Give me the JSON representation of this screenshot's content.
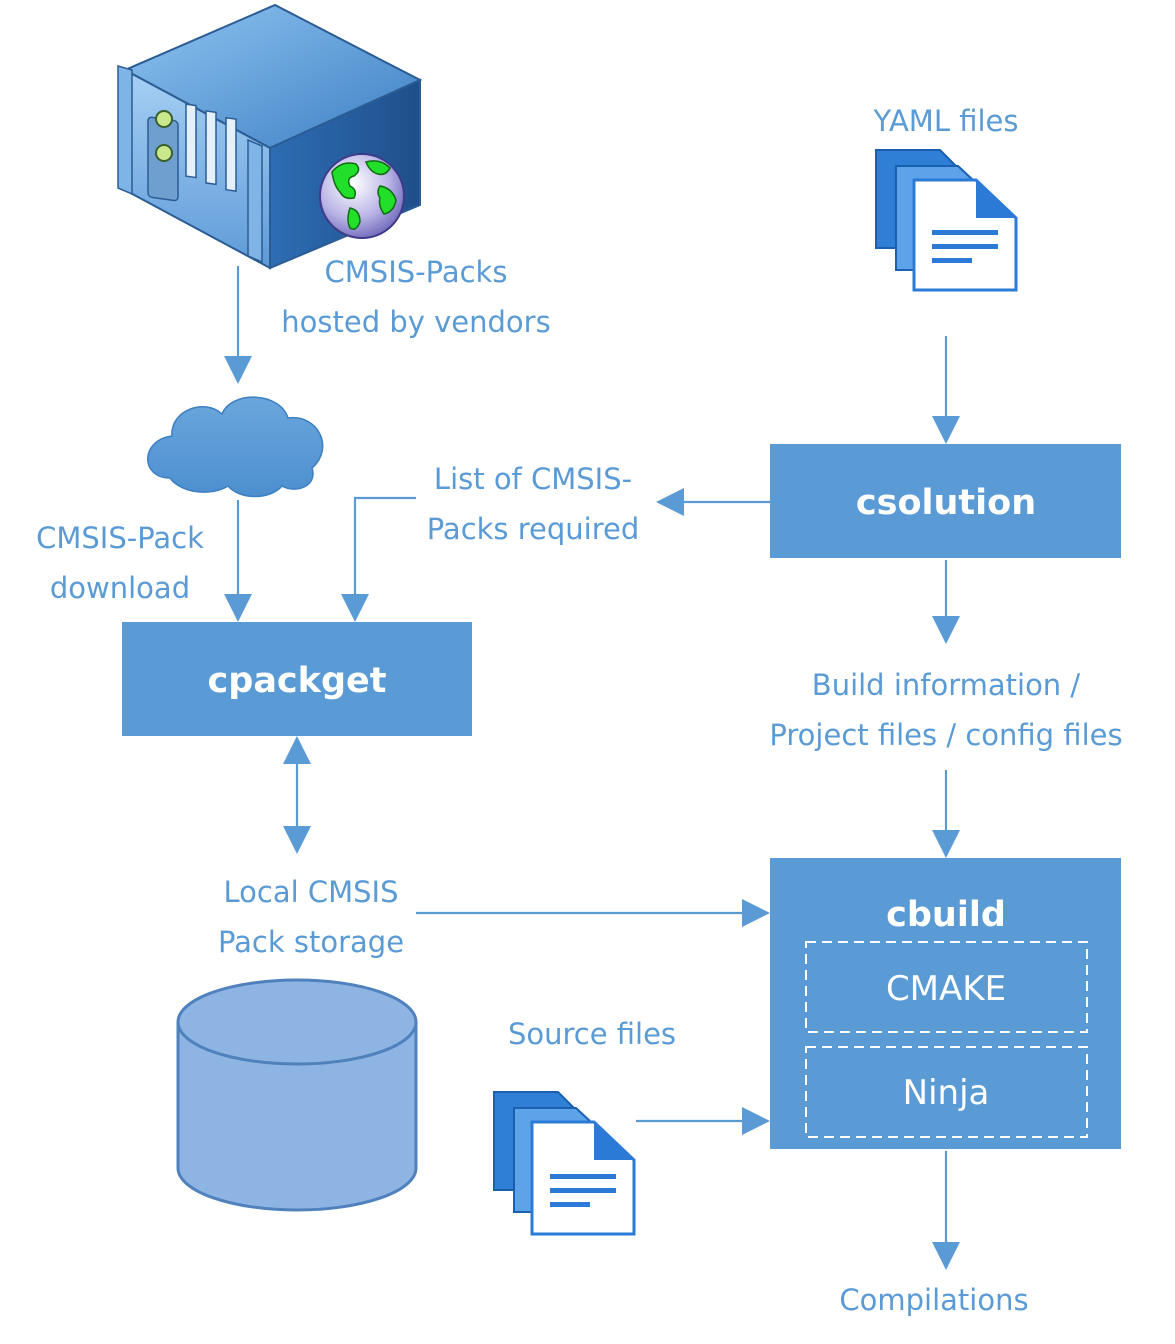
{
  "labels": {
    "packs_hosted_line1": "CMSIS-Packs",
    "packs_hosted_line2": "hosted by vendors",
    "yaml_files": "YAML files",
    "pack_download_line1": "CMSIS-Pack",
    "pack_download_line2": "download",
    "packs_required_line1": "List of CMSIS-",
    "packs_required_line2": "Packs required",
    "build_info_line1": "Build information /",
    "build_info_line2": "Project files / config files",
    "local_storage_line1": "Local CMSIS",
    "local_storage_line2": "Pack storage",
    "source_files": "Source files",
    "compilations": "Compilations"
  },
  "tools": {
    "csolution": "csolution",
    "cpackget": "cpackget",
    "cbuild": "cbuild",
    "cmake": "CMAKE",
    "ninja": "Ninja"
  },
  "icons": [
    "server-icon",
    "globe-icon",
    "cloud-icon",
    "yaml-files-icon",
    "source-files-icon",
    "database-icon"
  ],
  "colors": {
    "accent": "#5b9bd5",
    "box_text": "#ffffff",
    "database_fill": "#8eb4e3",
    "database_stroke": "#4f81bd"
  }
}
